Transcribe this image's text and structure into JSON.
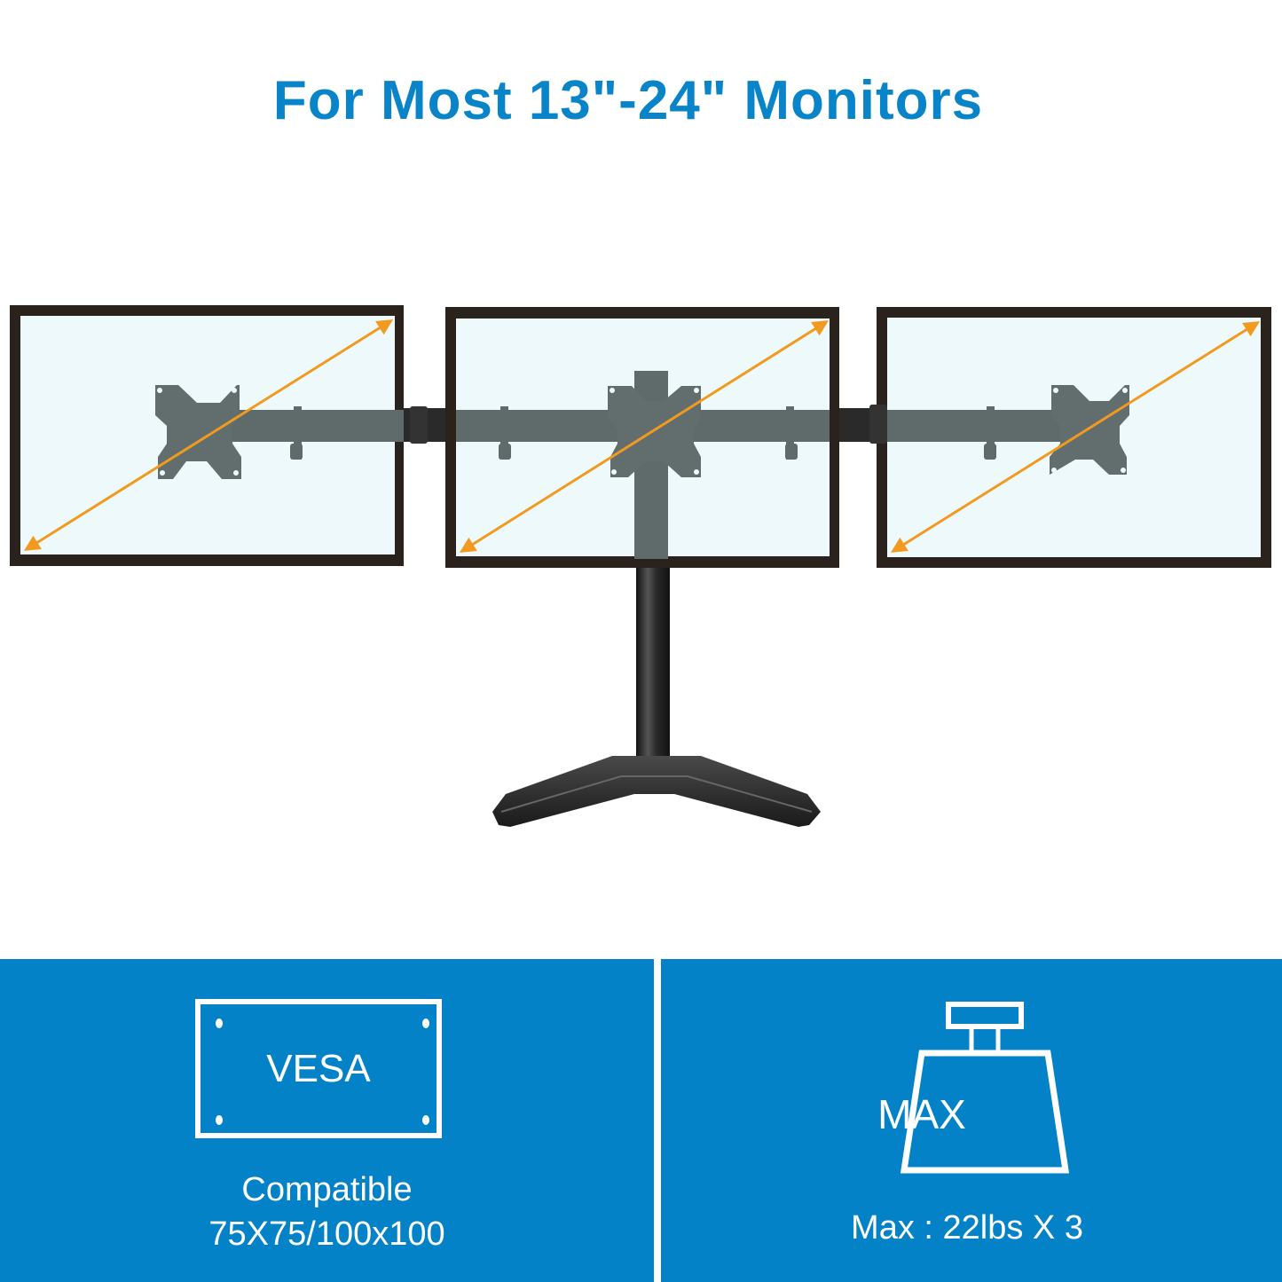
{
  "headline": "For Most 13\"-24\" Monitors",
  "colors": {
    "brand_blue": "#0482c8",
    "headline_blue": "#0a84c8",
    "arrow_orange": "#f19a1f",
    "screen_fill": "#eef9fb",
    "bezel": "#2a221d",
    "arm_gray": "#5f6b6b",
    "stand_black": "#1c1c1c"
  },
  "monitors": [
    {
      "position": "left",
      "icon": "diagonal-size-arrow"
    },
    {
      "position": "center",
      "icon": "diagonal-size-arrow"
    },
    {
      "position": "right",
      "icon": "diagonal-size-arrow"
    }
  ],
  "features": {
    "vesa": {
      "icon": "vesa-plate-icon",
      "label": "VESA",
      "line1": "Compatible",
      "line2": "75X75/100x100"
    },
    "weight": {
      "icon": "weight-icon",
      "label": "MAX",
      "caption": "Max : 22lbs X 3"
    }
  }
}
